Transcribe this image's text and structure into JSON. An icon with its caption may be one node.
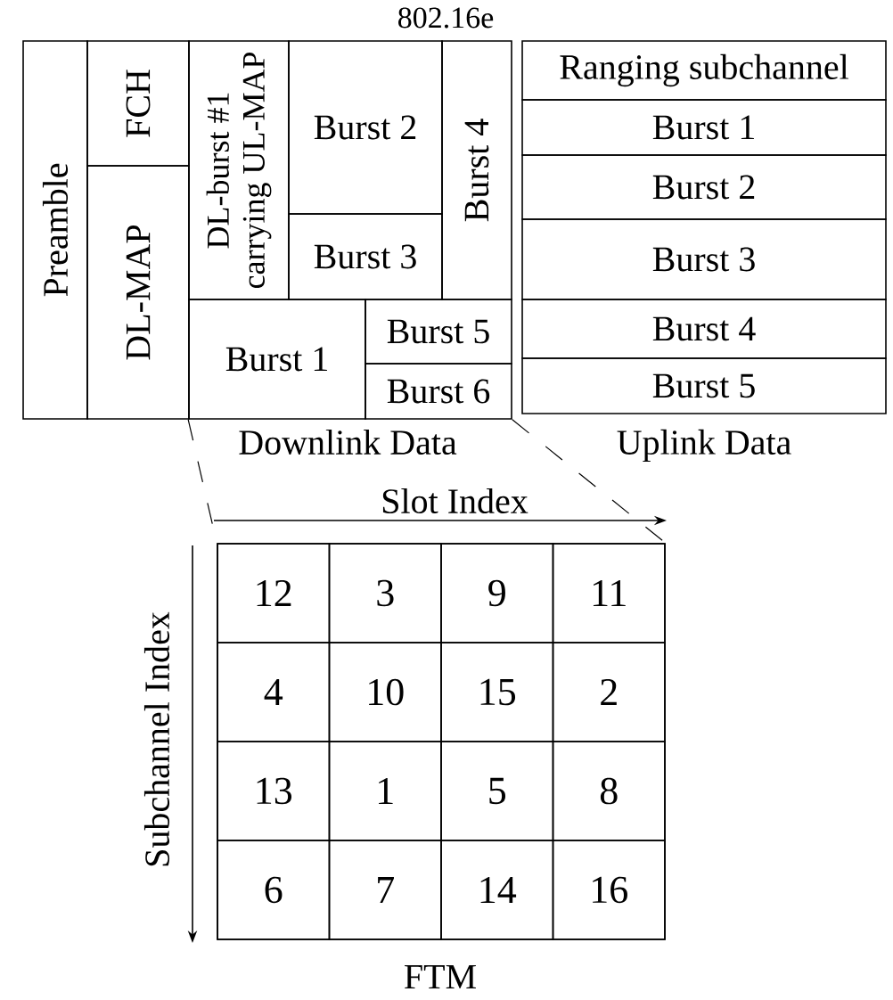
{
  "diagram": {
    "title": "802.16e",
    "nodes": [
      {
        "text": [
          "Preamble"
        ]
      },
      {
        "text": [
          "FCH"
        ]
      },
      {
        "text": [
          "DL-MAP"
        ]
      },
      {
        "text": [
          "DL-burst #1 carrying UL-MAP"
        ]
      },
      {
        "text": [
          "Burst 2"
        ]
      },
      {
        "text": [
          "Burst 3"
        ]
      },
      {
        "text": [
          "Burst 4"
        ]
      },
      {
        "text": [
          "Burst 1"
        ]
      },
      {
        "text": [
          "Burst 5"
        ]
      },
      {
        "text": [
          "Burst 6"
        ]
      },
      {
        "text": [
          "Ranging subchannel"
        ]
      },
      {
        "text": [
          "Burst 1"
        ]
      },
      {
        "text": [
          "Burst 2"
        ]
      },
      {
        "text": [
          "Burst 3"
        ]
      },
      {
        "text": [
          "Burst 4"
        ]
      },
      {
        "text": [
          "Burst 5"
        ]
      },
      {
        "text": [],
        "shape": "box"
      },
      {
        "text": [
          "12"
        ],
        "in": 16
      },
      {
        "text": [
          "3"
        ],
        "in": 16
      },
      {
        "text": [
          "9"
        ],
        "in": 16
      },
      {
        "text": [
          "11"
        ],
        "in": 16
      },
      {
        "text": [
          "4"
        ],
        "in": 16
      },
      {
        "text": [
          "10"
        ],
        "in": 16
      },
      {
        "text": [
          "15"
        ],
        "in": 16
      },
      {
        "text": [
          "2"
        ],
        "in": 16
      },
      {
        "text": [
          "13"
        ],
        "in": 16
      },
      {
        "text": [
          "1"
        ],
        "in": 16
      },
      {
        "text": [
          "5"
        ],
        "in": 16
      },
      {
        "text": [
          "8"
        ],
        "in": 16
      },
      {
        "text": [
          "6"
        ],
        "in": 16
      },
      {
        "text": [
          "7"
        ],
        "in": 16
      },
      {
        "text": [
          "14"
        ],
        "in": 16
      },
      {
        "text": [
          "16"
        ],
        "in": 16
      }
    ],
    "edges": [
      {
        "from": 7,
        "to": 16,
        "arrow": "none",
        "style": "dashed"
      },
      {
        "from": 9,
        "to": 16,
        "arrow": "none",
        "style": "dashed"
      }
    ],
    "labels": [
      "Downlink Data",
      "Uplink Data",
      "Slot Index",
      "Subchannel Index",
      "FTM"
    ]
  }
}
